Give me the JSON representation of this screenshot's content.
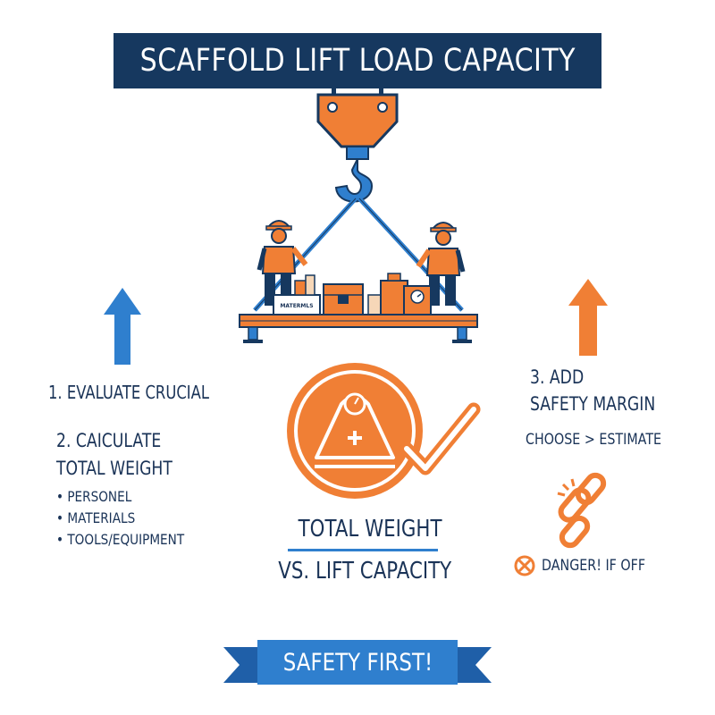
{
  "title": "SCAFFOLD LIFT LOAD CAPACITY",
  "illustration": {
    "materials_label": "MATERMLS"
  },
  "left_panel": {
    "step1": "1. EVALUATE CRUCIAL",
    "step2_line1": "2. CAICULATE",
    "step2_line2": "TOTAL WEIGHT",
    "bullets": [
      "PERSONEL",
      "MATERIALS",
      "TOOLS/EQUIPMENT"
    ]
  },
  "center": {
    "line1": "TOTAL WEIGHT",
    "line2": "VS. LIFT CAPACITY"
  },
  "right_panel": {
    "step3_line1": "3. ADD",
    "step3_line2": "SAFETY MARGIN",
    "comparison": "CHOOSE > ESTIMATE",
    "danger": "DANGER! IF OFF"
  },
  "footer": {
    "banner": "SAFETY FIRST!"
  },
  "colors": {
    "navy": "#16385f",
    "orange": "#f07f35",
    "blue": "#2f7fce",
    "text": "#1a3357"
  },
  "icons": [
    "crane-hook-icon",
    "up-arrow-icon",
    "weight-check-icon",
    "broken-chain-icon",
    "danger-x-icon"
  ]
}
